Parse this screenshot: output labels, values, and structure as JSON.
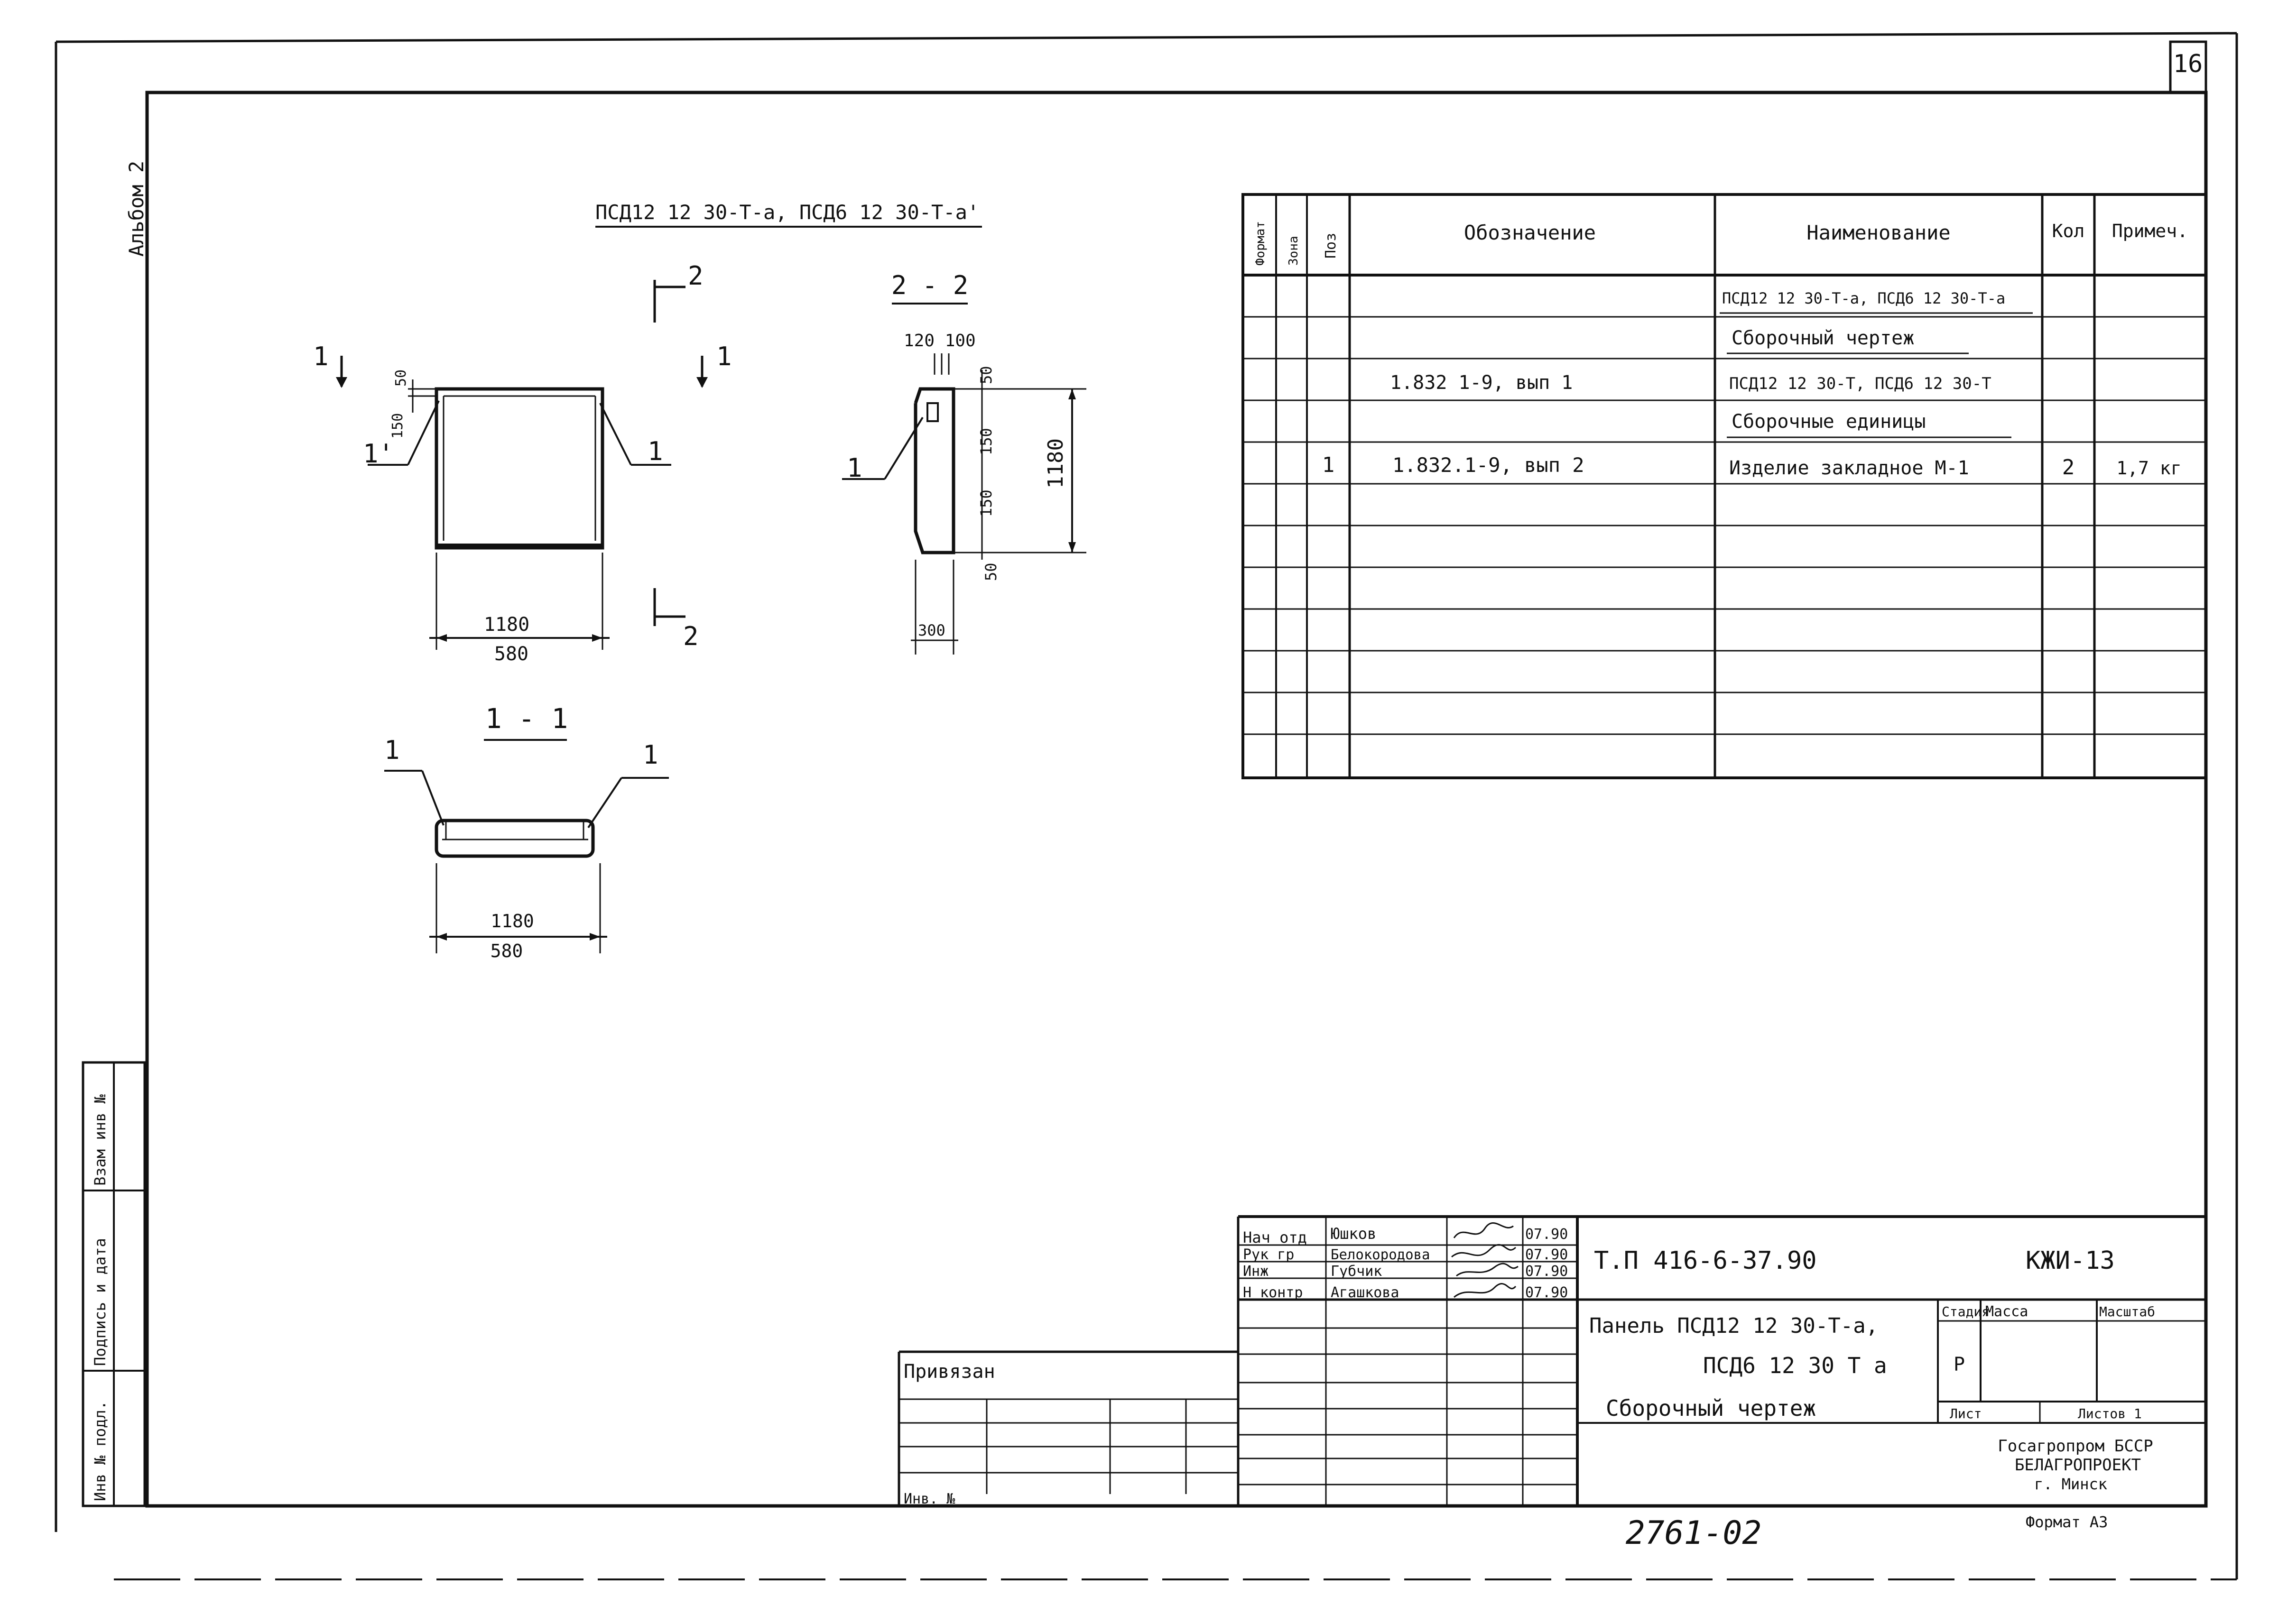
{
  "page_number": "16",
  "album": "Альбом 2",
  "drawing_title": "ПСД12 12 30-Т-а, ПСД6 12 30-Т-а'",
  "section_labels": {
    "s1": "1",
    "s2": "2",
    "s11": "1 - 1",
    "s22": "2 - 2"
  },
  "plan": {
    "dim_50": "50",
    "dim_150": "150",
    "w_top": "1180",
    "w_bot": "580",
    "callout_left": "1'",
    "callout_right": "1"
  },
  "section_2_2": {
    "d120_100": "120 100",
    "d50_top": "50",
    "d150_top": "150",
    "h1180": "1180",
    "d150_bot": "150",
    "d50_bot": "50",
    "w300": "300",
    "callout": "1"
  },
  "section_1_1": {
    "callout_left": "1",
    "callout_right": "1",
    "w_top": "1180",
    "w_bot": "580"
  },
  "spec_table": {
    "headers": {
      "format": "Формат",
      "zone": "Зона",
      "pos": "Поз",
      "designation": "Обозначение",
      "name": "Наименование",
      "qty": "Кол",
      "note": "Примеч."
    },
    "rows": [
      {
        "pos": "",
        "designation": "",
        "name": "ПСД12 12 30-Т-а, ПСД6 12 30-Т-а",
        "qty": "",
        "note": ""
      },
      {
        "pos": "",
        "designation": "",
        "name": "Сборочный чертеж",
        "qty": "",
        "note": ""
      },
      {
        "pos": "",
        "designation": "1.832 1-9, вып 1",
        "name": "ПСД12 12 30-Т, ПСД6 12 30-Т",
        "qty": "",
        "note": ""
      },
      {
        "pos": "",
        "designation": "",
        "name": "Сборочные единицы",
        "qty": "",
        "note": ""
      },
      {
        "pos": "1",
        "designation": "1.832.1-9, вып 2",
        "name": "Изделие закладное М-1",
        "qty": "2",
        "note": "1,7 кг"
      }
    ]
  },
  "side_stamp": {
    "inv_orig": "Инв № подл.",
    "sign_date": "Подпись и дата",
    "inst_inv": "Взам инв №"
  },
  "title_block": {
    "signers": [
      {
        "role": "Нач отд",
        "name": "Юшков",
        "date": "07.90"
      },
      {
        "role": "Рук гр",
        "name": "Белокородова",
        "date": "07.90"
      },
      {
        "role": "Инж",
        "name": "Губчик",
        "date": "07.90"
      },
      {
        "role": "Н контр",
        "name": "Агашкова",
        "date": "07.90"
      }
    ],
    "project_code": "Т.П 416-6-37.90",
    "sheet_code": "КЖИ-13",
    "title_line1": "Панель  ПСД12 12 30-Т-а,",
    "title_line2": "ПСД6 12 30 Т а",
    "title_line3": "Сборочный  чертеж",
    "stage_label": "Стадия",
    "mass_label": "Масса",
    "scale_label": "Масштаб",
    "stage_value": "Р",
    "sheet_label": "Лист",
    "sheets_label": "Листов 1",
    "org_line1": "Госагропром БССР",
    "org_line2": "БЕЛАГРОПРОЕКТ",
    "org_line3": "г. Минск",
    "linked": "Привязан",
    "inv_no": "Инв. №",
    "format": "Формат  А3"
  },
  "stamp_number": "2761-02"
}
